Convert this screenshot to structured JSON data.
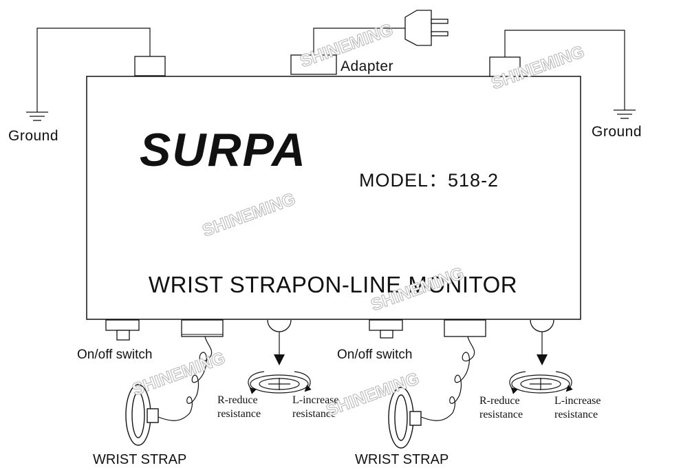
{
  "diagram": {
    "brand": "SURPA",
    "model": "MODEL：518-2",
    "device_title": "WRIST STRAPON-LINE MONITOR",
    "adapter_label": "Adapter",
    "ground_left": "Ground",
    "ground_right": "Ground",
    "watermark": "SHINEMING",
    "channels": [
      {
        "switch_label": "On/off switch",
        "strap_label": "WRIST STRAP",
        "knob_left_line1": "R-reduce",
        "knob_left_line2": "resistance",
        "knob_right_line1": "L-increase",
        "knob_right_line2": "resistance"
      },
      {
        "switch_label": "On/off switch",
        "strap_label": "WRIST STRAP",
        "knob_left_line1": "R-reduce",
        "knob_left_line2": "resistance",
        "knob_right_line1": "L-increase",
        "knob_right_line2": "resistance"
      }
    ]
  }
}
